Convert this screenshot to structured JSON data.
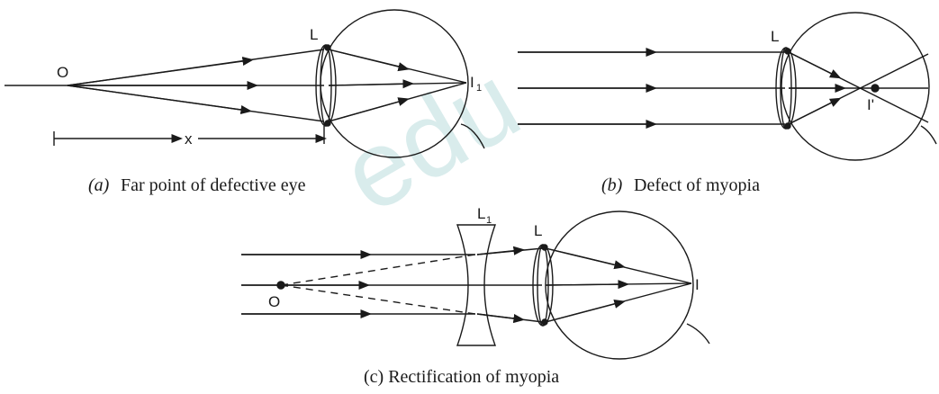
{
  "panel_a": {
    "object_label": "O",
    "lens_label": "L",
    "image_label": "I",
    "image_sub": "1",
    "distance_label": "x",
    "caption_letter": "(a)",
    "caption_text": "Far point of defective eye"
  },
  "panel_b": {
    "lens_label": "L",
    "image_label": "I'",
    "caption_letter": "(b)",
    "caption_text": "Defect of myopia"
  },
  "panel_c": {
    "object_label": "O",
    "corrective_lens_label": "L",
    "corrective_lens_sub": "1",
    "lens_label": "L",
    "image_label": "I",
    "caption": "(c) Rectification of myopia"
  },
  "watermark_text": "edu"
}
